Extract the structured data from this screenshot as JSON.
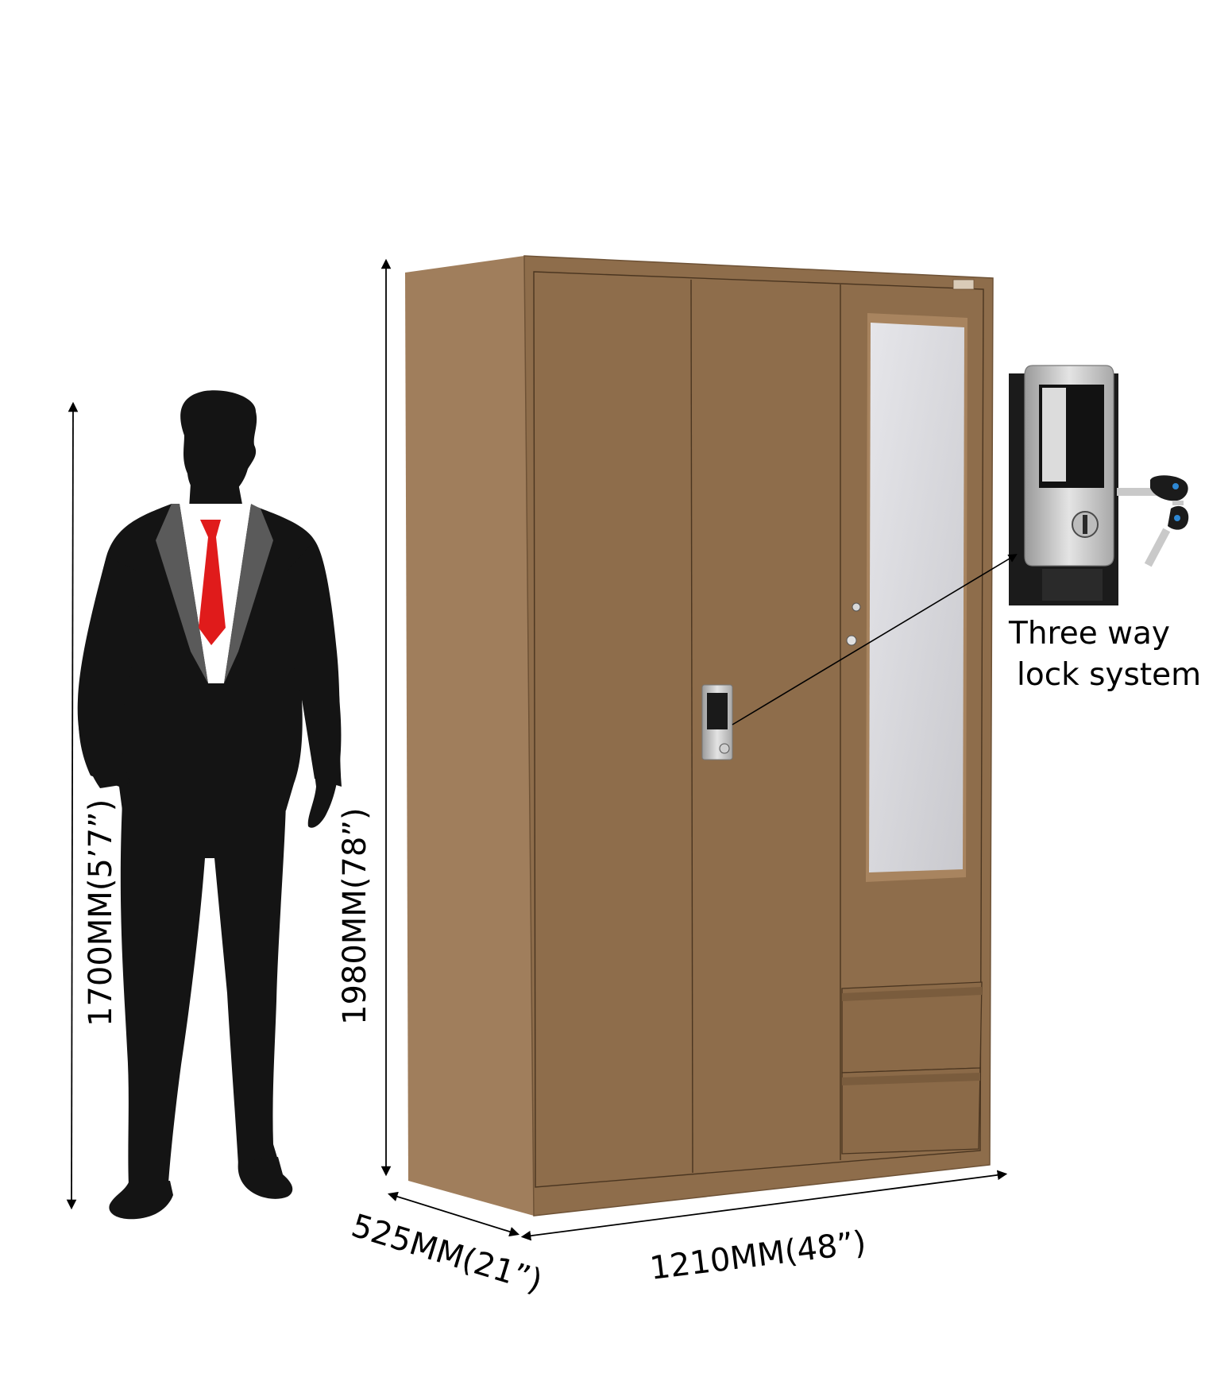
{
  "dimensions": {
    "person_height": "1700MM(5’7”)",
    "wardrobe_height": "1980MM(78”)",
    "wardrobe_depth": "525MM(21”)",
    "wardrobe_width": "1210MM(48”)"
  },
  "callout": {
    "line1": "Three way",
    "line2": "lock system"
  },
  "colors": {
    "wardrobe_front": "#8b6a48",
    "wardrobe_side": "#9e7b59",
    "wardrobe_top": "#a07e5c",
    "mirror": "#d4d4d8",
    "suit": "#141414",
    "lapel": "#555555",
    "tie": "#e01b1b"
  }
}
